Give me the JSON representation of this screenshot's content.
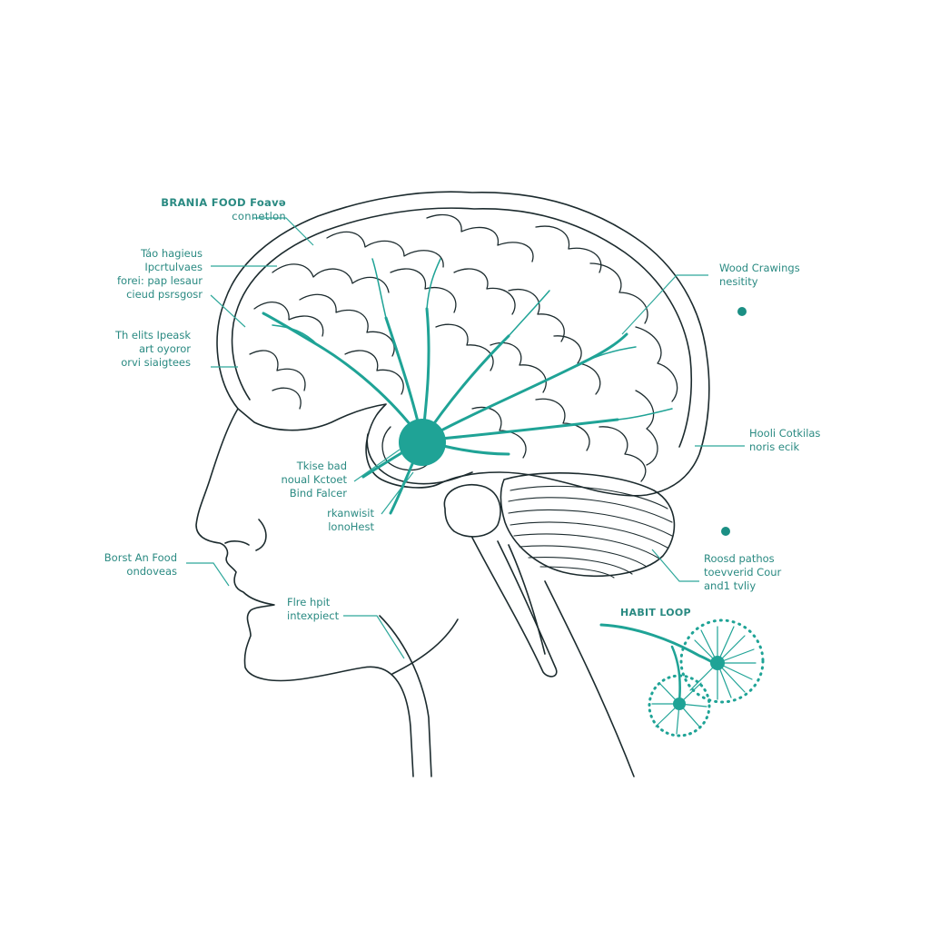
{
  "colors": {
    "accent": "#1fa396",
    "label_text": "#2a8a82",
    "line_art": "#1c2b2e",
    "background": "#ffffff"
  },
  "diagram": {
    "subject": "Human head profile with brain, highlighted neural hub and habit loop neurons",
    "labels": {
      "top_left": {
        "line1": "BRANIA FOOD Foavə",
        "line2": "connetlon"
      },
      "upper_left": {
        "line1": "Táo hagieus",
        "line2": "Ipcrtulvaes",
        "line3": "forei: pap lesaur",
        "line4": "cieud psrsgosr"
      },
      "mid_left": {
        "line1": "Th elits Ipeask",
        "line2": "art oyoror",
        "line3": "orvi siaigtees"
      },
      "center_left": {
        "line1": "Tkise bad",
        "line2": "noual Kctoet",
        "line3": "Bind Falcer"
      },
      "center_low": {
        "line1": "rkanwisit",
        "line2": "lonoHest"
      },
      "lower_left": {
        "line1": "Borst An Food",
        "line2": "ondoveas"
      },
      "mouth": {
        "line1": "Flre hpit",
        "line2": "intexpiect"
      },
      "upper_right": {
        "line1": "Wood Crawings",
        "line2": "nesitity"
      },
      "mid_right": {
        "line1": "Hooli Cotkilas",
        "line2": "noris ecik"
      },
      "lower_right": {
        "line1": "Roosd pathos",
        "line2": "toevverid Cour",
        "line3": "and1 tvliy"
      },
      "habit_loop": {
        "title": "HABIT LOOP"
      }
    }
  }
}
